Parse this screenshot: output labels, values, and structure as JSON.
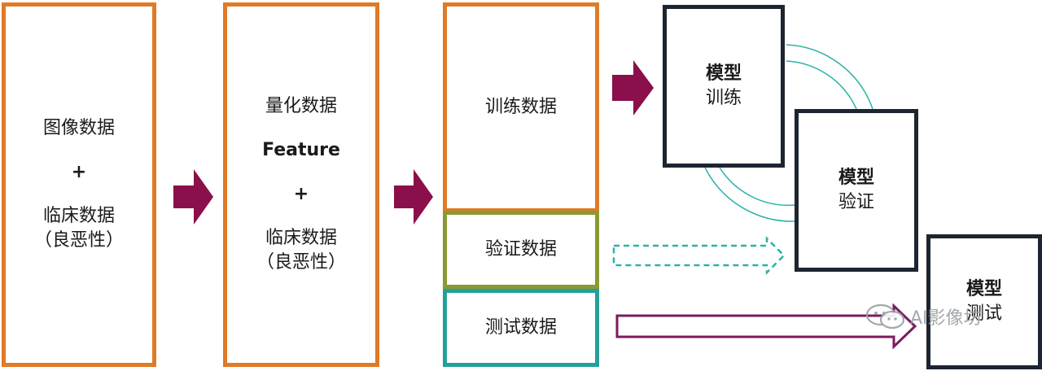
{
  "column_image": {
    "line1": "图像数据",
    "plus": "+",
    "line2": "临床数据",
    "line3": "（良恶性）"
  },
  "column_feature": {
    "line1": "量化数据",
    "line2": "Feature",
    "plus": "+",
    "line3": "临床数据",
    "line4": "（良恶性）"
  },
  "data_split": {
    "train": "训练数据",
    "valid": "验证数据",
    "test": "测试数据"
  },
  "models": {
    "train": {
      "title": "模型",
      "sub": "训练"
    },
    "valid": {
      "title": "模型",
      "sub": "验证"
    },
    "test": {
      "title": "模型",
      "sub": "测试"
    }
  },
  "watermark": {
    "text": "AI影像坊"
  },
  "colors": {
    "orange": "#E07A26",
    "olive": "#8A9A30",
    "teal": "#23A09A",
    "dark": "#1c2530",
    "arrow_maroon": "#8A0F4A",
    "dashed_teal": "#2BB3A6",
    "outline_purple": "#7A1D5E"
  }
}
